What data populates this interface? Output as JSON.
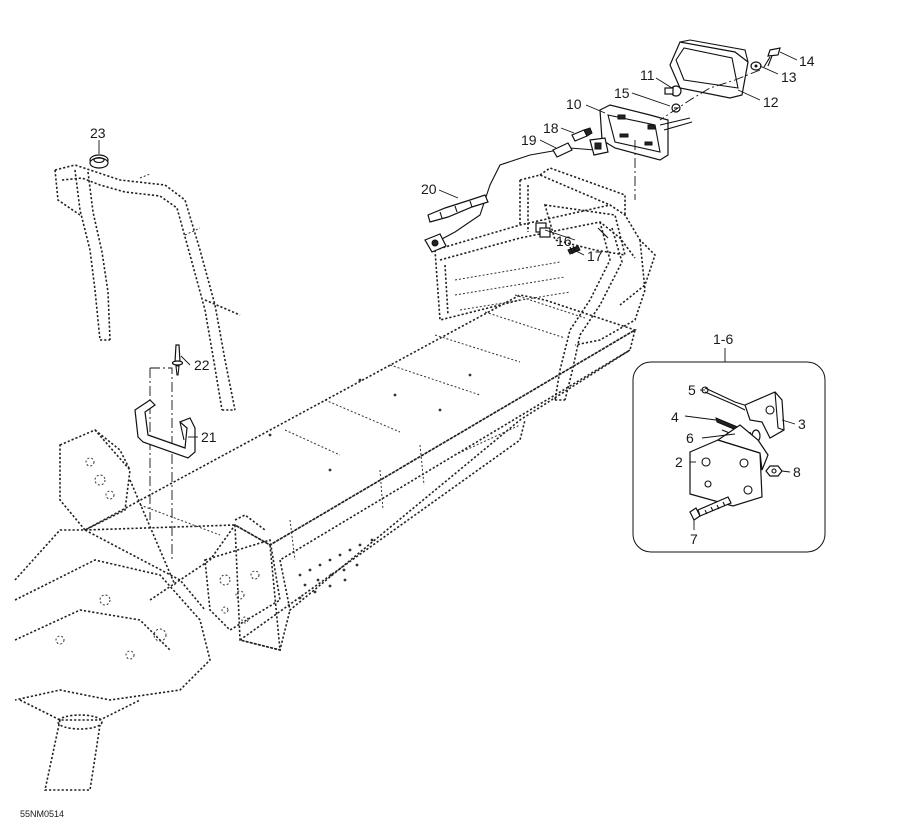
{
  "diagram": {
    "drawing_code": "55NM0514",
    "callouts": [
      {
        "id": "c1",
        "label": "14"
      },
      {
        "id": "c2",
        "label": "13"
      },
      {
        "id": "c3",
        "label": "11"
      },
      {
        "id": "c4",
        "label": "12"
      },
      {
        "id": "c5",
        "label": "15"
      },
      {
        "id": "c6",
        "label": "10"
      },
      {
        "id": "c7",
        "label": "18"
      },
      {
        "id": "c8",
        "label": "19"
      },
      {
        "id": "c9",
        "label": "23"
      },
      {
        "id": "c10",
        "label": "20"
      },
      {
        "id": "c11",
        "label": "16"
      },
      {
        "id": "c12",
        "label": "17"
      },
      {
        "id": "c13",
        "label": "22"
      },
      {
        "id": "c14",
        "label": "21"
      }
    ],
    "inset": {
      "title": "1-6",
      "callouts": [
        {
          "id": "i1",
          "label": "5"
        },
        {
          "id": "i2",
          "label": "4"
        },
        {
          "id": "i3",
          "label": "3"
        },
        {
          "id": "i4",
          "label": "6"
        },
        {
          "id": "i5",
          "label": "2"
        },
        {
          "id": "i6",
          "label": "8"
        },
        {
          "id": "i7",
          "label": "7"
        }
      ]
    }
  }
}
